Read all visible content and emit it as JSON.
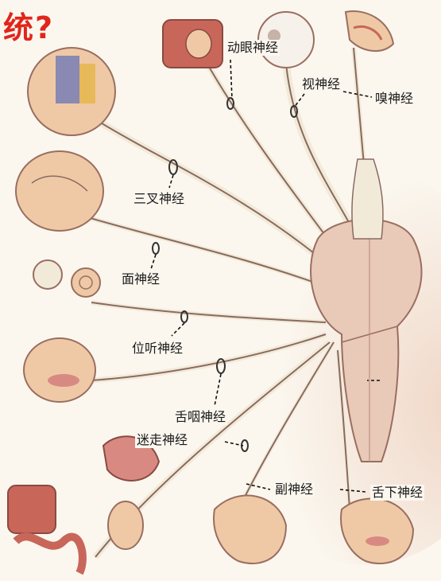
{
  "title": "统?",
  "labels": {
    "oculomotor": "动眼神经",
    "optic": "视神经",
    "olfactory": "嗅神经",
    "trigeminal": "三叉神经",
    "facial": "面神经",
    "vestibulocochlear": "位听神经",
    "glossopharyngeal": "舌咽神经",
    "vagus": "迷走神经",
    "accessory": "副神经",
    "hypoglossal": "舌下神经"
  },
  "colors": {
    "title": "#e0261c",
    "brain": "#e9c9b8",
    "nerve": "#f2ead8",
    "nerve_outline": "#8a6a60",
    "skin": "#efc9a6",
    "organ": "#c9665a",
    "background": "#fbf7ef"
  }
}
